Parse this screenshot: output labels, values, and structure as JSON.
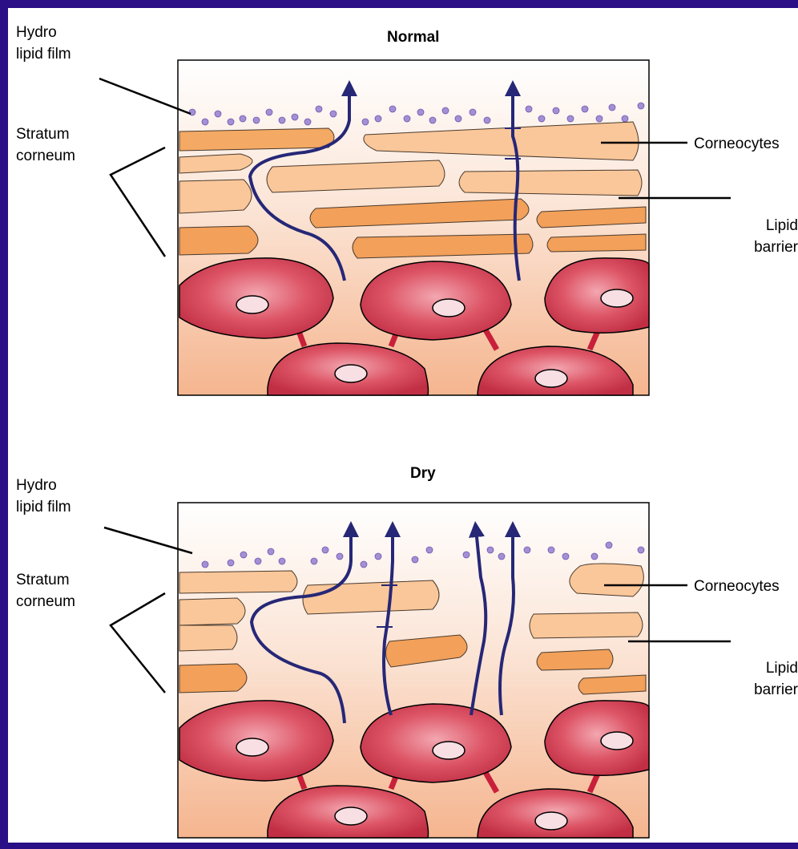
{
  "panels": [
    {
      "title": "Normal",
      "labels": {
        "hydro_lipid_film": "Hydro\nlipid film",
        "stratum_corneum": "Stratum\ncorneum",
        "corneocytes": "Corneocytes",
        "lipid_barrier": "Lipid\nbarrier"
      }
    },
    {
      "title": "Dry",
      "labels": {
        "hydro_lipid_film": "Hydro\nlipid film",
        "stratum_corneum": "Stratum\ncorneum",
        "corneocytes": "Corneocytes",
        "lipid_barrier": "Lipid\nbarrier"
      }
    }
  ],
  "colors": {
    "border": "#2a0f86",
    "background": "#ffffff",
    "corneocyte_light": "#f9c596",
    "corneocyte_dark": "#f2a05a",
    "lipid_film_dots": "#a48fd4",
    "water_arrow": "#262777",
    "cell_fill": "#d9475a",
    "cell_nucleus": "#f7dfe3"
  }
}
